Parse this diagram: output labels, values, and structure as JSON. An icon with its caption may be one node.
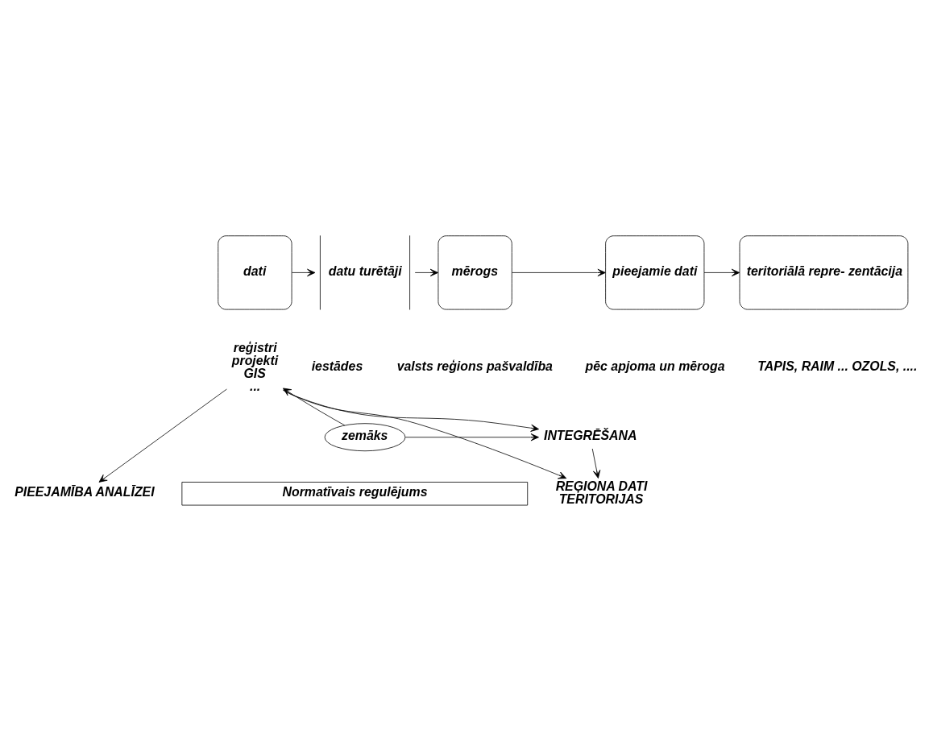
{
  "diagram": {
    "nodes": [
      {
        "text": [
          "dati"
        ]
      },
      {
        "text": [
          "datu turētāji"
        ]
      },
      {
        "text": [
          "mērogs"
        ]
      },
      {
        "text": [
          "pieejamie dati"
        ]
      },
      {
        "text": [
          "teritoriālā repre- zentācija"
        ]
      },
      {
        "text": [
          "reģistri",
          "projekti",
          "GIS",
          "..."
        ]
      },
      {
        "text": [
          "zemāks"
        ]
      },
      {
        "text": [
          "INTEGRĒŠANA"
        ]
      },
      {
        "text": [
          "Normatīvais regulējums"
        ]
      },
      {
        "text": [
          "PIEEJAMĪBA ANALĪZEI"
        ]
      },
      {
        "text": [
          "REĢIONA DATI",
          "TERITORIJAS"
        ]
      }
    ],
    "edges": [
      {
        "from": 0,
        "to": 1,
        "arrow": "to"
      },
      {
        "from": 1,
        "to": 2,
        "arrow": "to"
      },
      {
        "from": 2,
        "to": 3,
        "arrow": "to"
      },
      {
        "from": 3,
        "to": 4,
        "arrow": "to"
      },
      {
        "from": 6,
        "to": 5,
        "arrow": "to"
      },
      {
        "from": 6,
        "to": 7,
        "arrow": "to"
      },
      {
        "from": 5,
        "to": 9,
        "arrow": "to"
      },
      {
        "from": 5,
        "to": 7,
        "arrow": "to"
      },
      {
        "from": 5,
        "to": 10,
        "arrow": "to"
      },
      {
        "from": 7,
        "to": 10,
        "arrow": "to"
      }
    ],
    "labels": [
      "iestādes",
      "valsts reģions pašvaldība",
      "pēc apjoma un mēroga",
      "TAPIS, RAIM ... OZOLS, ...."
    ]
  }
}
